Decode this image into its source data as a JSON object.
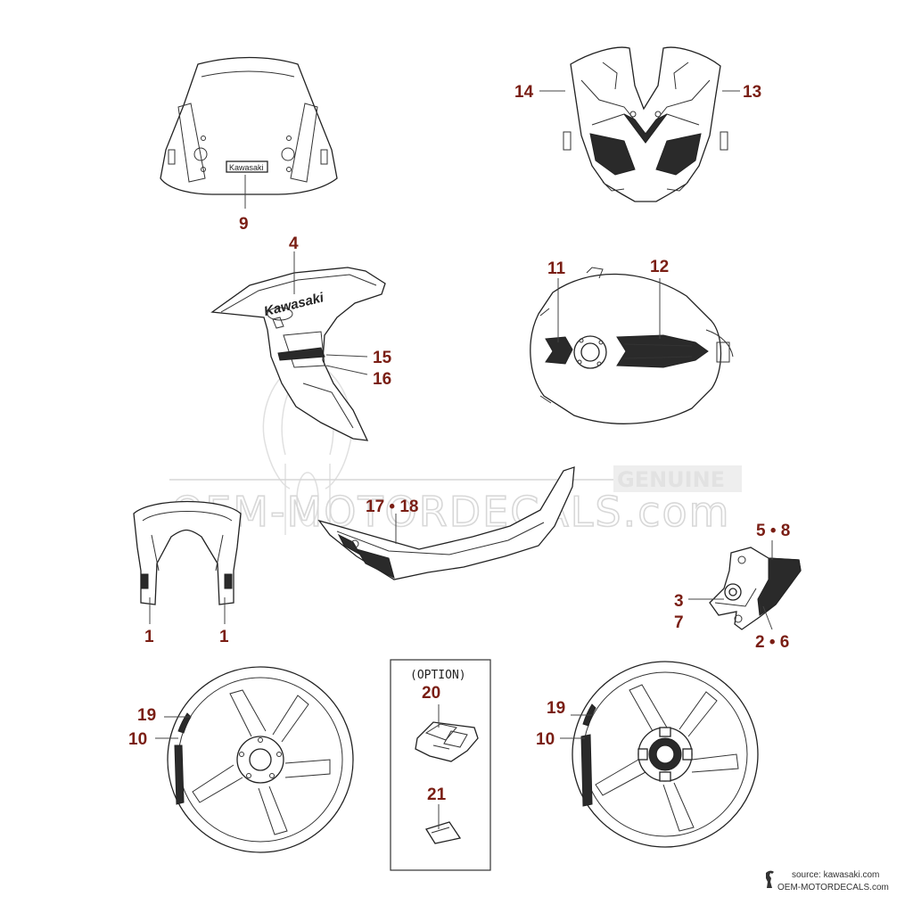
{
  "watermark": {
    "genuine": "GENUINE",
    "site": "OEM-MOTORDECALS.com"
  },
  "option_box": {
    "label": "(OPTION)"
  },
  "decal_text": {
    "windshield": "Kawasaki",
    "side_panel": "Kawasaki"
  },
  "callouts": {
    "c1a": "1",
    "c1b": "1",
    "c2_6": "2 • 6",
    "c3": "3",
    "c4": "4",
    "c5_8": "5 • 8",
    "c7": "7",
    "c9": "9",
    "c10a": "10",
    "c10b": "10",
    "c11": "11",
    "c12": "12",
    "c13": "13",
    "c14": "14",
    "c15": "15",
    "c16": "16",
    "c17_18": "17 • 18",
    "c19a": "19",
    "c19b": "19",
    "c20": "20",
    "c21": "21"
  },
  "credit": {
    "source": "source: kawasaki.com",
    "site": "OEM-MOTORDECALS.com"
  },
  "colors": {
    "callout": "#7a1e14",
    "line": "#222222",
    "watermark": "#d8d8d8"
  },
  "icons": {
    "credit_logo": "silhouette-logo-icon"
  }
}
